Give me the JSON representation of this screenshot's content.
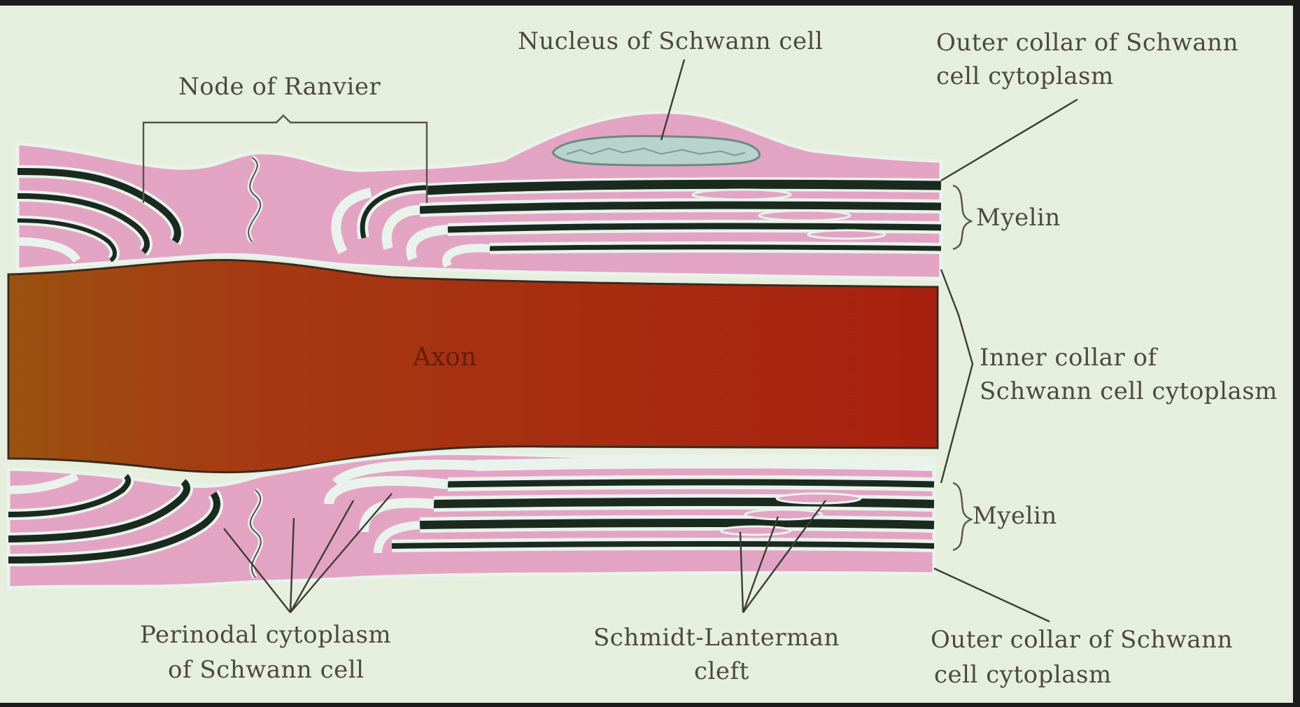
{
  "labels": {
    "nucleus": "Nucleus of Schwann cell",
    "node": "Node of Ranvier",
    "outer_top_1": "Outer collar of Schwann",
    "outer_top_2": "cell cytoplasm",
    "myelin_top": "Myelin",
    "axon": "Axon",
    "inner_1": "Inner collar of",
    "inner_2": "Schwann cell cytoplasm",
    "myelin_bottom": "Myelin",
    "perinodal_1": "Perinodal cytoplasm",
    "perinodal_2": "of Schwann cell",
    "schmidt_1": "Schmidt-Lanterman",
    "schmidt_2": "cleft",
    "outer_bottom_1": "Outer collar of Schwann",
    "outer_bottom_2": "cell cytoplasm"
  },
  "colors": {
    "background": "#e6eedd",
    "cytoplasm": "#e3a4c4",
    "myelin_dark": "#1b2a1e",
    "membrane": "#e9f3ec",
    "axon": "#a52312",
    "axon_left": "#9c4e10",
    "nucleus": "#b8d2cc"
  }
}
